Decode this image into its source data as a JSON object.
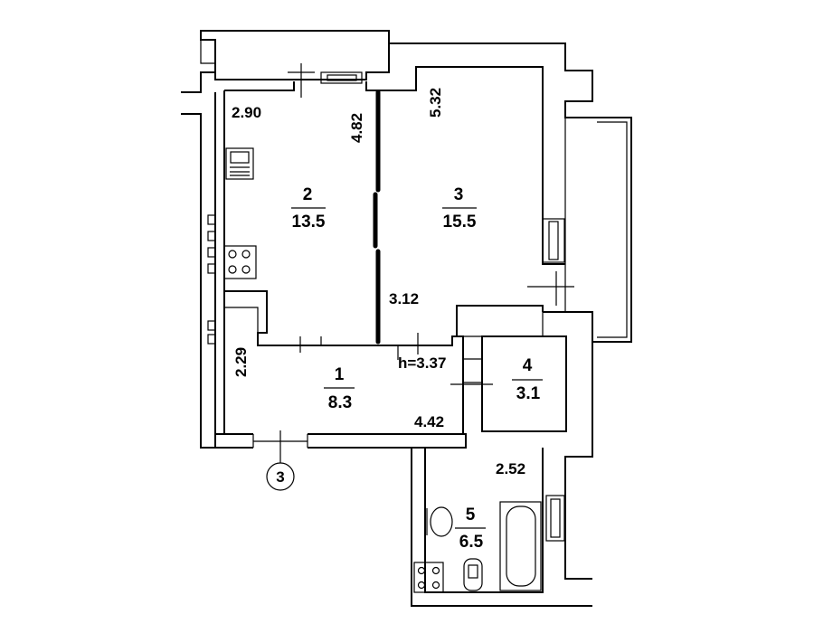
{
  "rooms": [
    {
      "number": "1",
      "area": "8.3"
    },
    {
      "number": "2",
      "area": "13.5"
    },
    {
      "number": "3",
      "area": "15.5"
    },
    {
      "number": "4",
      "area": "3.1"
    },
    {
      "number": "5",
      "area": "6.5"
    }
  ],
  "dimensions": {
    "d_2_90": "2.90",
    "d_4_82": "4.82",
    "d_5_32": "5.32",
    "d_3_12": "3.12",
    "d_h": "h=3.37",
    "d_2_29": "2.29",
    "d_4_42": "4.42",
    "d_2_52": "2.52"
  },
  "marker": {
    "label": "3"
  }
}
